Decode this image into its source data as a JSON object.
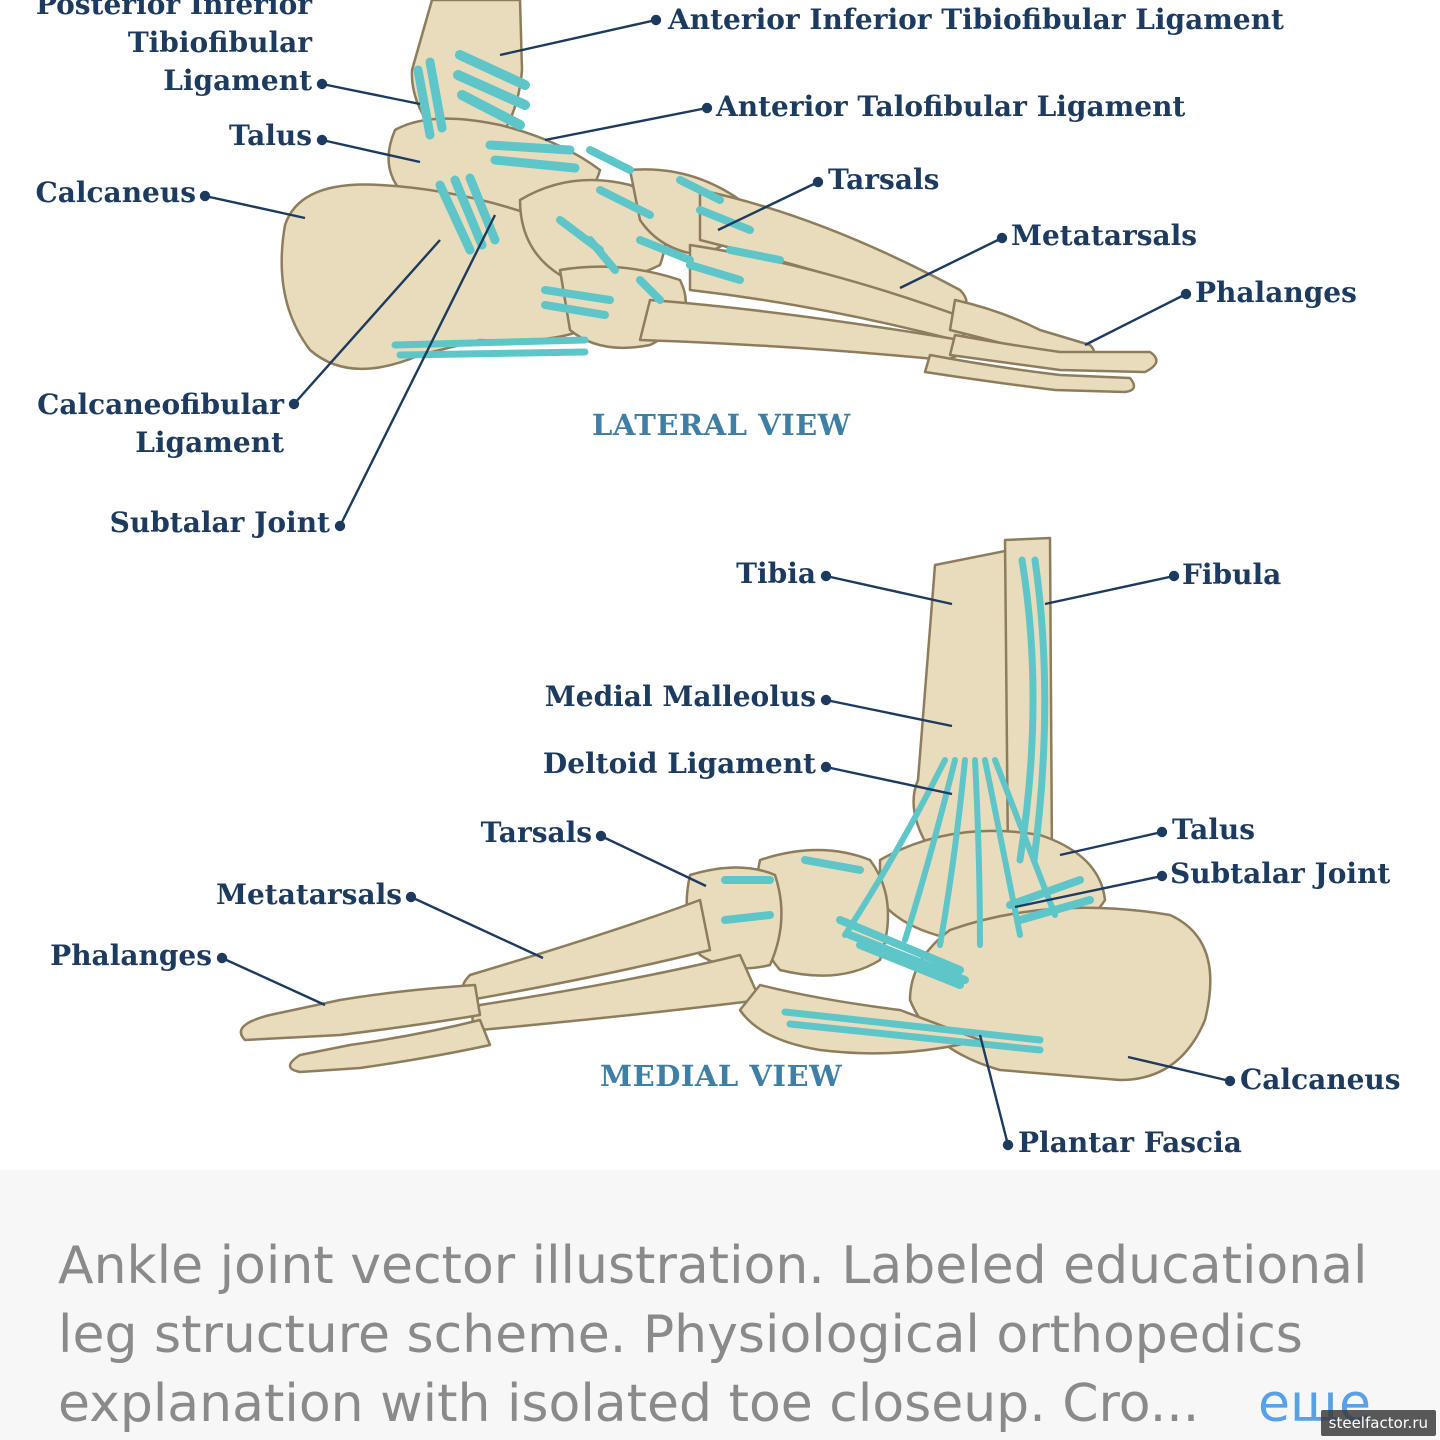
{
  "colors": {
    "bone": "#e8dcbc",
    "bone_outline": "#8d7d5c",
    "ligament": "#5ec6c9",
    "label": "#1d3a5f",
    "view_title": "#3f7fa6",
    "caption_text": "#8a8a8a",
    "link": "#5aa0e6"
  },
  "lateral": {
    "title": "LATERAL VIEW",
    "labels": {
      "posterior_line1": "Posterior Inferior",
      "posterior_line2": "Tibiofibular",
      "posterior_line3": "Ligament",
      "talus": "Talus",
      "calcaneus": "Calcaneus",
      "calcaneofibular_line1": "Calcaneofibular",
      "calcaneofibular_line2": "Ligament",
      "subtalar": "Subtalar Joint",
      "anterior_inferior": "Anterior Inferior Tibiofibular Ligament",
      "anterior_talofibular": "Anterior Talofibular Ligament",
      "tarsals": "Tarsals",
      "metatarsals": "Metatarsals",
      "phalanges": "Phalanges"
    }
  },
  "medial": {
    "title": "MEDIAL VIEW",
    "labels": {
      "tibia": "Tibia",
      "fibula": "Fibula",
      "medial_malleolus": "Medial Malleolus",
      "deltoid": "Deltoid Ligament",
      "tarsals": "Tarsals",
      "metatarsals": "Metatarsals",
      "phalanges": "Phalanges",
      "talus": "Talus",
      "subtalar": "Subtalar Joint",
      "calcaneus": "Calcaneus",
      "plantar_fascia": "Plantar Fascia"
    }
  },
  "caption": {
    "line1": "Ankle joint vector illustration. Labeled educational",
    "line2": "leg structure scheme. Physiological orthopedics",
    "line3": "explanation with isolated toe closeup. Cro...",
    "more": "еще"
  },
  "watermark": "steelfactor.ru"
}
